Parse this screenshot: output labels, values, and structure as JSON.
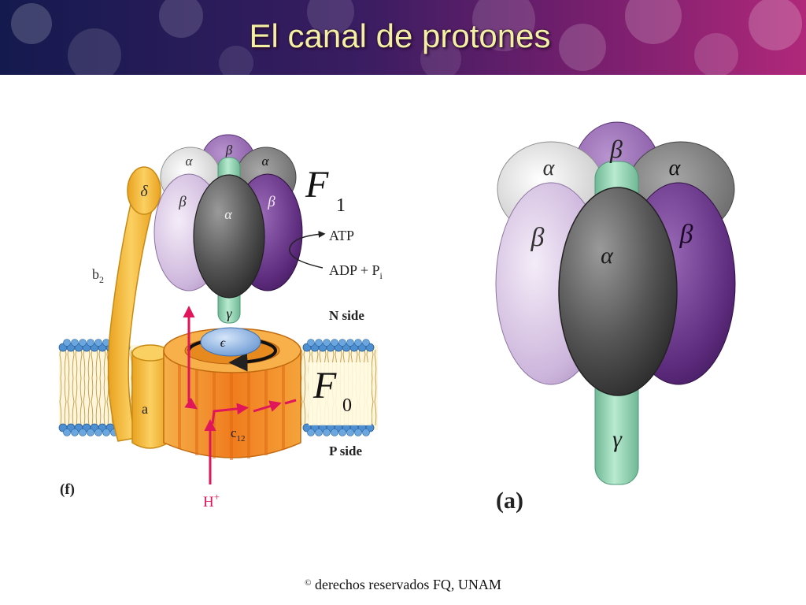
{
  "slide": {
    "title": "El canal de protones",
    "copyright_symbol": "©",
    "footer": "derechos reservados FQ, UNAM"
  },
  "diagram": {
    "panel_f_label": "(f)",
    "panel_a_label": "(a)",
    "f1_letter": "F",
    "f1_sub": "1",
    "f0_letter": "F",
    "f0_sub": "0",
    "atp": "ATP",
    "adp": "ADP + P",
    "adp_sub": "i",
    "n_side": "N side",
    "p_side": "P side",
    "h_plus": "H",
    "h_plus_sup": "+",
    "b2": "b",
    "b2_sub": "2",
    "delta": "δ",
    "alpha": "α",
    "beta": "β",
    "gamma": "γ",
    "epsilon": "ϵ",
    "a_sub": "a",
    "c12": "c",
    "c12_sub": "12"
  },
  "colors": {
    "header_dark": "#141a4e",
    "header_magenta": "#b0287a",
    "title_text": "#f2f0a2",
    "alpha_gray": "#bcbcbc",
    "beta_light": "#cdb6dc",
    "beta_dark": "#5e2c7e",
    "alpha_center": "#555555",
    "gamma_green": "#8fd1b0",
    "epsilon_blue": "#8ab2e2",
    "stator_orange": "#f7b733",
    "ring_orange": "#f29a2e",
    "proton_arrow": "#e0155a",
    "membrane_head": "#4d8fd1"
  }
}
